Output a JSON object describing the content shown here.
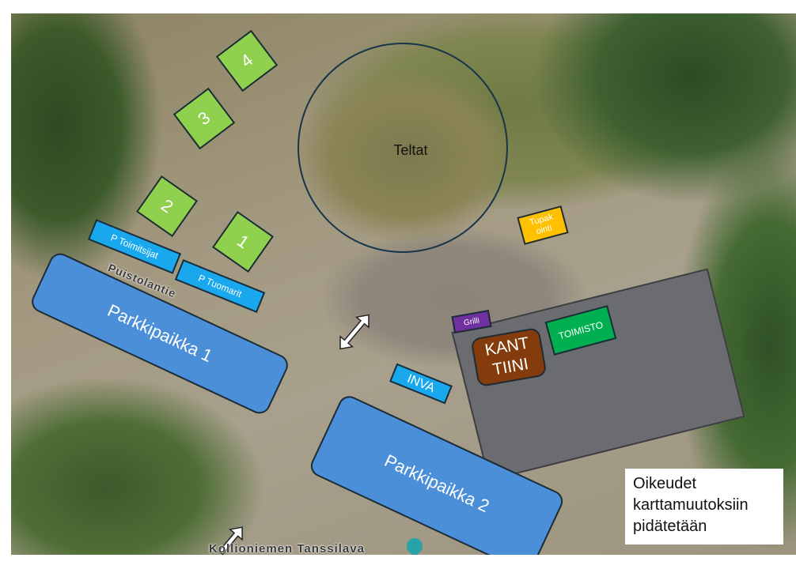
{
  "zones": {
    "tent_area": "Teltat",
    "squares": [
      "4",
      "3",
      "2",
      "1"
    ],
    "p_officials": "P Toimitsijat",
    "p_judges": "P Tuomarit",
    "parking1": "Parkkipaikka 1",
    "parking2": "Parkkipaikka 2",
    "inva": "INVA",
    "smoking": "Tupak ointi",
    "grill": "Grilli",
    "canteen": "KANT TIINI",
    "office": "TOIMISTO"
  },
  "map_labels": {
    "road": "Puistolantie",
    "venue": "Kollioniemen Tanssilava"
  },
  "note": "Oikeudet karttamuutoksiin pidätetään",
  "colors": {
    "square": "#8fd14f",
    "p": "#19a8ee",
    "parking": "#4a8fd8",
    "smoking": "#ffc000",
    "grill": "#7030a0",
    "canteen": "#843c0c",
    "office": "#00b050"
  }
}
